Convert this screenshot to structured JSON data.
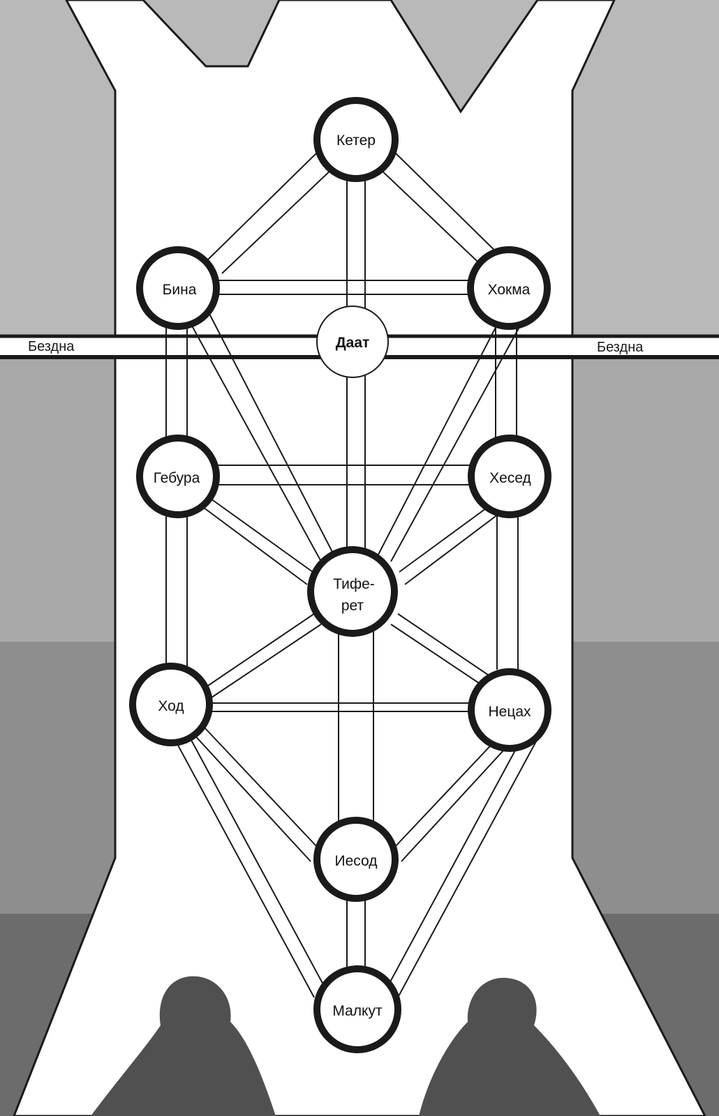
{
  "diagram": {
    "colors": {
      "band_top": "#b9b9b9",
      "band_upper": "#a9a9a9",
      "band_mid": "#8e8e8e",
      "band_lower": "#6c6c6c",
      "figure": "#505050",
      "paper": "#ffffff",
      "line": "#1a1a1a"
    },
    "sephirot": {
      "keter": "Кетер",
      "bina": "Бина",
      "hokma": "Хокма",
      "daat": "Даат",
      "gebura": "Гебура",
      "hesed": "Хесед",
      "tiferet_line1": "Тифе-",
      "tiferet_line2": "рет",
      "hod": "Ход",
      "netsah": "Нецах",
      "yesod": "Иесод",
      "malkut": "Малкут"
    },
    "abyss": {
      "left_label": "Бездна",
      "right_label": "Бездна"
    }
  }
}
